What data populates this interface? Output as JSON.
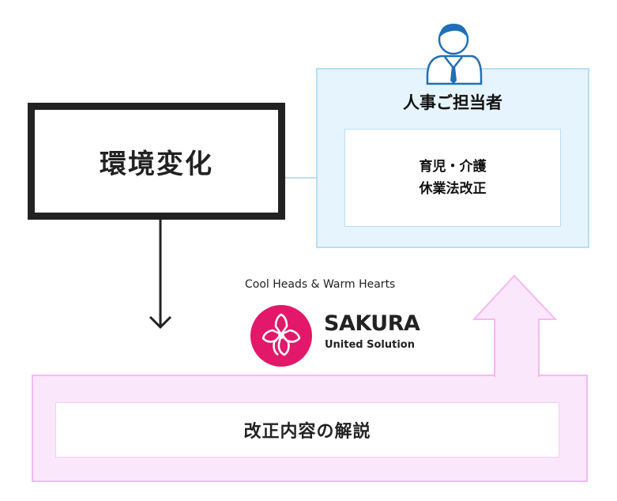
{
  "environment_box": {
    "label": "環境変化"
  },
  "hr_panel": {
    "title": "人事ご担当者",
    "topic_line1": "育児・介護",
    "topic_line2": "休業法改正"
  },
  "brand": {
    "tagline": "Cool Heads & Warm Hearts",
    "name": "SAKURA",
    "subtitle": "United Solution"
  },
  "explanation_box": {
    "label": "改正内容の解説"
  },
  "colors": {
    "pink_fill": "#fbe7fb",
    "pink_border": "#f3b9f3",
    "blue_fill": "#e6f4fd",
    "blue_border": "#b8def6",
    "logo_magenta": "#e3186a",
    "person_blue": "#1f6fb8",
    "dark": "#222222"
  },
  "icons": [
    "person-icon",
    "sakura-flower-icon",
    "down-arrow-icon",
    "up-arrow-icon"
  ]
}
